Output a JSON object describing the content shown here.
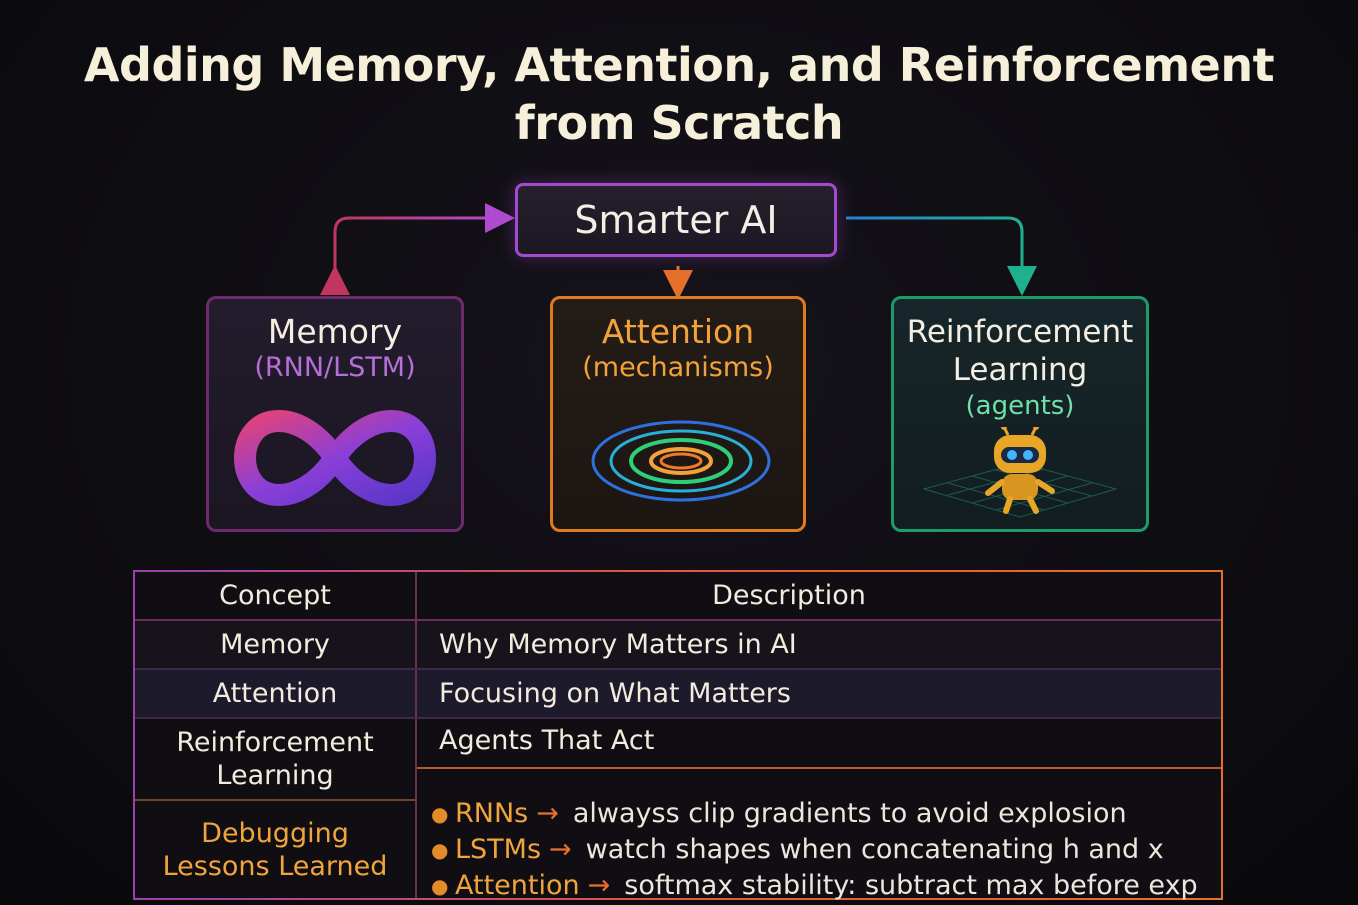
{
  "title_line1": "Adding Memory, Attention, and Reinforcement",
  "title_line2": "from Scratch",
  "hub": {
    "label": "Smarter AI"
  },
  "cards": {
    "memory": {
      "heading": "Memory",
      "sub": "(RNN/LSTM)",
      "icon": "infinity-icon"
    },
    "attention": {
      "heading": "Attention",
      "sub": "(mechanisms)",
      "icon": "concentric-rings-icon"
    },
    "rl": {
      "heading1": "Reinforcement",
      "heading2": "Learning",
      "sub": "(agents)",
      "icon": "robot-icon"
    }
  },
  "table": {
    "headers": {
      "concept": "Concept",
      "description": "Description"
    },
    "rows": [
      {
        "concept": "Memory",
        "description": "Why Memory Matters in AI"
      },
      {
        "concept": "Attention",
        "description": "Focusing on What Matters"
      },
      {
        "concept1": "Reinforcement",
        "concept2": "Learning",
        "description": "Agents That Act"
      }
    ],
    "debug": {
      "concept1": "Debugging",
      "concept2": "Lessons Learned",
      "bullets": [
        {
          "key": "RNNs",
          "arrow": "→",
          "text": "alwayss clip gradients to avoid explosion"
        },
        {
          "key": "LSTMs",
          "arrow": "→",
          "text": "watch shapes when concatenating h and x"
        },
        {
          "key": "Attention",
          "arrow": "→",
          "text": "softmax stability: subtract max before exp"
        }
      ]
    }
  },
  "colors": {
    "memory": "#a24bd0",
    "attention": "#e07a1f",
    "reinforcement": "#1f9a6a"
  }
}
